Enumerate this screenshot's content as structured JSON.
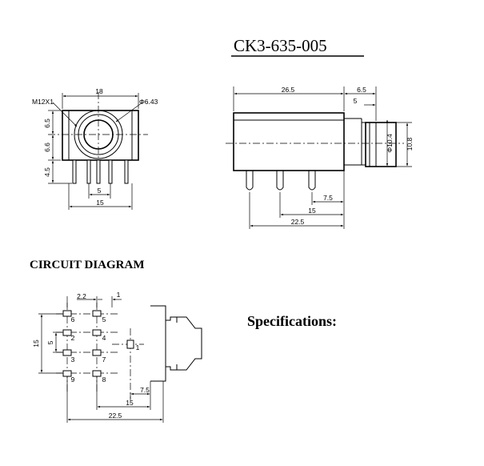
{
  "title": "CK3-635-005",
  "sections": {
    "circuit_diagram": "CIRCUIT DIAGRAM",
    "specifications": "Specifications:"
  },
  "front_view": {
    "thread": "M12X1",
    "hole_diameter": "Φ6.43",
    "width_top": "18",
    "width_bottom": "15",
    "pin_pitch": "5",
    "height_top": "6.5",
    "height_mid": "6.6",
    "height_bottom": "4.5"
  },
  "side_view": {
    "body_length": "26.5",
    "nut_length": "6.5",
    "step": "5",
    "inner_diameter": "Φ10.4",
    "outer_height": "10.8",
    "pin_offset_1": "7.5",
    "pin_offset_2": "15",
    "pin_offset_3": "22.5"
  },
  "circuit": {
    "pitch_x": "2.2",
    "pitch_small": "1",
    "height": "15",
    "gap": "5",
    "offset_1": "7.5",
    "offset_2": "15",
    "offset_3": "22.5",
    "pins": [
      "6",
      "5",
      "2",
      "4",
      "3",
      "7",
      "9",
      "8",
      "1"
    ]
  }
}
